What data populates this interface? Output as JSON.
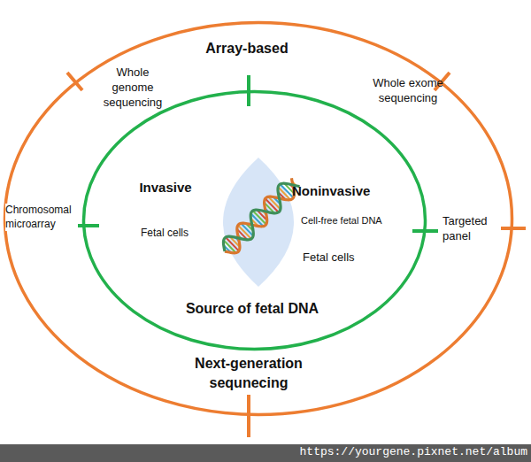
{
  "diagram": {
    "nodes": [
      {
        "text": [
          "Next-generation sequnecing"
        ]
      },
      {
        "text": [
          "Source of fetal DNA"
        ],
        "in": 0
      }
    ],
    "labels": [
      "Array-based",
      "Whole genome sequencing",
      "Whole exome sequencing",
      "Chromosomal microarray",
      "Invasive",
      "Fetal cells",
      "Noninvasive",
      "Cell-free fetal DNA",
      "Fetal cells",
      "Targeted panel",
      "https://yourgene.pixnet.net/album"
    ]
  }
}
